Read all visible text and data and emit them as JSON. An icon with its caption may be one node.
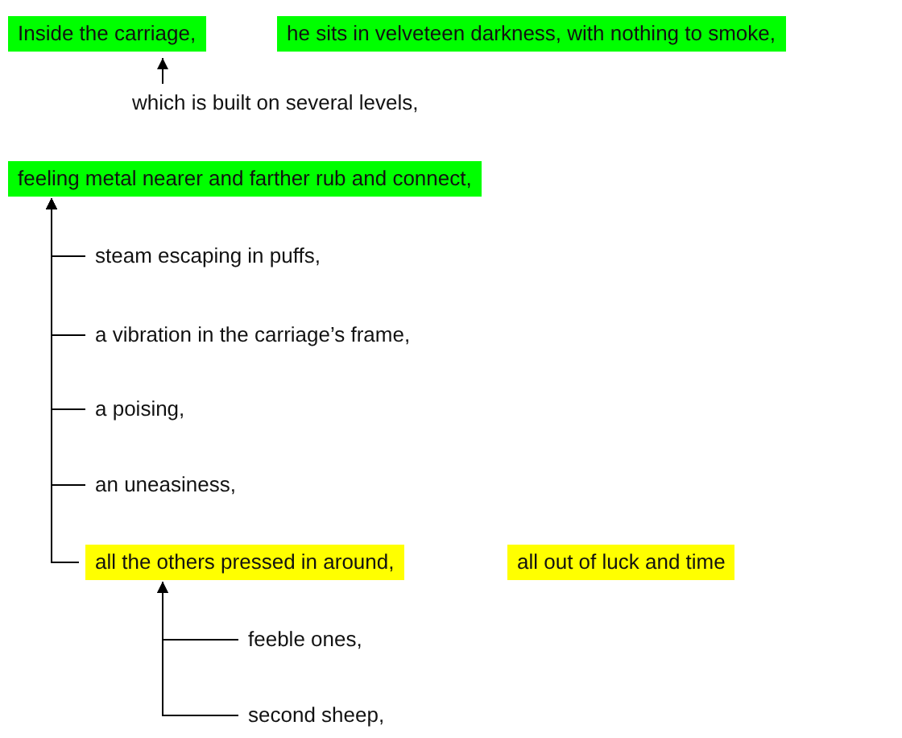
{
  "diagram": {
    "nodes": [
      {
        "text": [
          "Inside the carriage,"
        ]
      },
      {
        "text": [
          "he sits in velveteen darkness, with nothing to smoke,"
        ]
      },
      {
        "text": [
          "which is built on several levels,"
        ]
      },
      {
        "text": [
          "feeling metal nearer and farther rub and connect,"
        ]
      },
      {
        "text": [
          "steam escaping in puffs,"
        ]
      },
      {
        "text": [
          "a vibration in the carriage’s frame,"
        ]
      },
      {
        "text": [
          "a poising,"
        ]
      },
      {
        "text": [
          "an uneasiness,"
        ]
      },
      {
        "text": [
          "all the others pressed in around,"
        ]
      },
      {
        "text": [
          "all out of luck and time"
        ]
      },
      {
        "text": [
          "feeble ones,"
        ]
      },
      {
        "text": [
          "second sheep,"
        ]
      }
    ],
    "edges": [
      {
        "from": 2,
        "to": 0,
        "arrow": "to"
      },
      {
        "from": 4,
        "to": 3,
        "arrow": "to"
      },
      {
        "from": 5,
        "to": 3,
        "arrow": "to"
      },
      {
        "from": 6,
        "to": 3,
        "arrow": "to"
      },
      {
        "from": 7,
        "to": 3,
        "arrow": "to"
      },
      {
        "from": 8,
        "to": 3,
        "arrow": "to"
      },
      {
        "from": 10,
        "to": 8,
        "arrow": "to"
      },
      {
        "from": 11,
        "to": 8,
        "arrow": "to"
      }
    ]
  }
}
